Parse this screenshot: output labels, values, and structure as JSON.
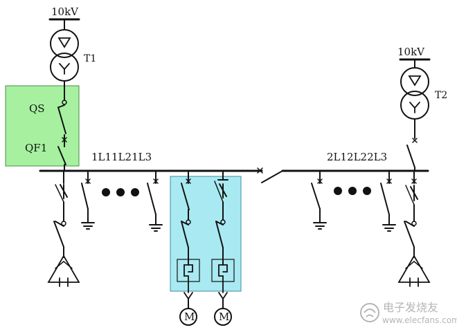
{
  "labels": {
    "t1_voltage": "10kV",
    "t1_name": "T1",
    "qs": "QS",
    "qf1": "QF1",
    "left_feeders": "1L11L21L3",
    "t2_voltage": "10kV",
    "t2_name": "T2",
    "right_feeders": "2L12L22L3",
    "motor_1": "M",
    "motor_2": "M"
  },
  "watermark": {
    "name_cn": "电子发烧友",
    "url": "www.elecfans.com"
  },
  "colors": {
    "line": "#111111",
    "green_zone": "#a6f0a0",
    "green_border": "#4a8a4a",
    "cyan_zone": "#a9e9f1",
    "cyan_border": "#3a8ea0",
    "watermark": "#b5b5b5"
  }
}
